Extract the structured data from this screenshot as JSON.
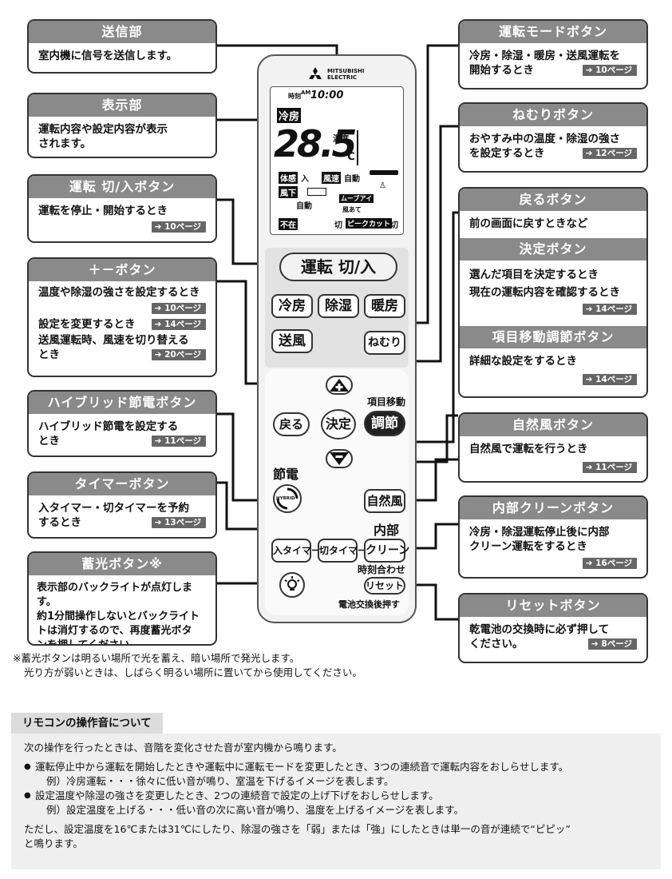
{
  "callouts": {
    "send": {
      "title": "送信部",
      "lines": [
        "室内機に信号を送信します。"
      ]
    },
    "display": {
      "title": "表示部",
      "lines": [
        "運転内容や設定内容が表示",
        "されます。"
      ]
    },
    "power": {
      "title": "運転 切/入ボタン",
      "lines": [
        "運転を停止・開始するとき"
      ],
      "ref": "10ページ"
    },
    "plusminus": {
      "title": "＋－ボタン",
      "items": [
        {
          "text": "温度や除湿の強さを設定するとき",
          "ref": "10ページ"
        },
        {
          "text": "設定を変更するとき",
          "ref": "14ページ"
        },
        {
          "text": "送風運転時、風速を切り替える",
          "text2": "とき",
          "ref": "20ページ"
        }
      ]
    },
    "hybrid": {
      "title": "ハイブリッド節電ボタン",
      "lines": [
        "ハイブリッド節電を設定する",
        "とき"
      ],
      "ref": "11ページ"
    },
    "timer": {
      "title": "タイマーボタン",
      "lines": [
        "入タイマー・切タイマーを予約",
        "するとき"
      ],
      "ref": "13ページ"
    },
    "light": {
      "title": "蓄光ボタン※",
      "lines": [
        "表示部のバックライトが点灯します。",
        "約1分間操作しないとバックライト",
        "トは消灯するので、再度蓄光ボタ",
        "ンを押してください。"
      ]
    },
    "mode": {
      "title": "運転モードボタン",
      "lines": [
        "冷房・除湿・暖房・送風運転を",
        "開始するとき"
      ],
      "ref": "10ページ"
    },
    "sleep": {
      "title": "ねむりボタン",
      "lines": [
        "おやすみ中の温度・除湿の強さ",
        "を設定するとき"
      ],
      "ref": "12ページ"
    },
    "back": {
      "title": "戻るボタン",
      "lines": [
        "前の画面に戻すときなど"
      ]
    },
    "decide": {
      "title": "決定ボタン",
      "lines": [
        "選んだ項目を決定するとき",
        "現在の運転内容を確認するとき"
      ],
      "ref": "14ページ"
    },
    "move": {
      "title": "項目移動調節ボタン",
      "lines": [
        "詳細な設定をするとき"
      ],
      "ref": "14ページ"
    },
    "natural": {
      "title": "自然風ボタン",
      "lines": [
        "自然風で運転を行うとき"
      ],
      "ref": "11ページ"
    },
    "clean": {
      "title": "内部クリーンボタン",
      "lines": [
        "冷房・除湿運転停止後に内部",
        "クリーン運転をするとき"
      ],
      "ref": "16ページ"
    },
    "reset": {
      "title": "リセットボタン",
      "lines": [
        "乾電池の交換時に必ず押して",
        "ください。"
      ],
      "ref": "8ページ"
    }
  },
  "remote": {
    "brand1": "MITSUBISHI",
    "brand2": "ELECTRIC",
    "lcd": {
      "clock_label": "時刻",
      "am": "AM",
      "time": "10:00",
      "mode": "冷房",
      "temp_label": "温度",
      "temp": "28.5",
      "unit": "℃",
      "taikan": "体感",
      "iri": "入",
      "fusoku": "風速",
      "fusoku_val": "自動",
      "fuka": "風下",
      "auto": "自動",
      "moov": "ムーブアイ",
      "kazeate": "風あて",
      "fuzai": "不在",
      "kiri1": "切",
      "peak": "ピークカット",
      "kiri2": "切"
    },
    "btn_power": "運転 切/入",
    "btn_cool": "冷房",
    "btn_dry": "除湿",
    "btn_heat": "暖房",
    "btn_fan": "送風",
    "btn_sleep": "ねむり",
    "label_move": "項目移動",
    "btn_back": "戻る",
    "btn_ok": "決定",
    "btn_adjust": "調節",
    "label_save": "節電",
    "hybrid": "HYBRID",
    "btn_natural": "自然風",
    "label_naibu": "内部",
    "btn_timer_on": "入タイマー",
    "btn_timer_off": "切タイマー",
    "btn_clean": "クリーン",
    "label_clock_set": "時刻合わせ",
    "btn_reset": "リセット",
    "label_battery": "電池交換後押す"
  },
  "footnote": [
    "※蓄光ボタンは明るい場所で光を蓄え、暗い場所で発光します。",
    "光り方が弱いときは、しばらく明るい場所に置いてから使用してください。"
  ],
  "info": {
    "tag": "リモコンの操作音について",
    "intro": "次の操作を行ったときは、音階を変化させた音が室内機から鳴ります。",
    "b1": "運転停止中から運転を開始したときや運転中に運転モードを変更したとき、3つの連続音で運転内容をおしらせします。",
    "b1ex": "例）冷房運転・・・徐々に低い音が鳴り、室温を下げるイメージを表します。",
    "b2": "設定温度や除湿の強さを変更したとき、2つの連続音で設定の上げ下げをおしらせします。",
    "b2ex": "例）設定温度を上げる・・・低い音の次に高い音が鳴り、温度を上げるイメージを表します。",
    "outro1": "ただし、設定温度を16℃または31℃にしたり、除湿の強さを「弱」または「強」にしたときは単一の音が連続で“ピピッ”",
    "outro2": "と鳴ります。"
  },
  "colors": {
    "header": "#8a8a8a",
    "ref": "#666666",
    "info_bg": "#efefef"
  }
}
